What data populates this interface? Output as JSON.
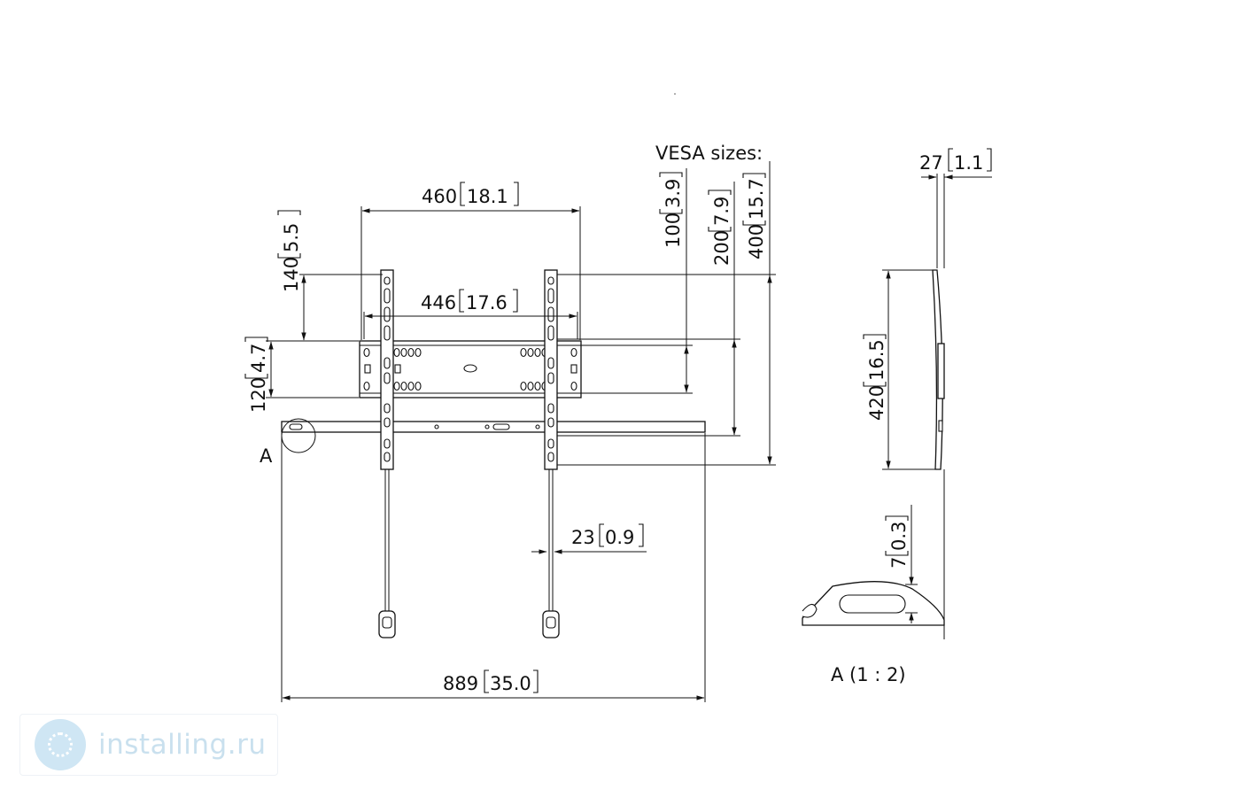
{
  "dimensions": {
    "width_460": {
      "value": "460",
      "inch": "18.1"
    },
    "width_446": {
      "value": "446",
      "inch": "17.6"
    },
    "height_140": {
      "value": "140",
      "inch": "5.5"
    },
    "height_120": {
      "value": "120",
      "inch": "4.7"
    },
    "vesa_100": {
      "value": "100",
      "inch": "3.9"
    },
    "vesa_200": {
      "value": "200",
      "inch": "7.9"
    },
    "vesa_400": {
      "value": "400",
      "inch": "15.7"
    },
    "depth_27": {
      "value": "27",
      "inch": "1.1"
    },
    "height_420": {
      "value": "420",
      "inch": "16.5"
    },
    "gap_23": {
      "value": "23",
      "inch": "0.9"
    },
    "gap_7": {
      "value": "7",
      "inch": "0.3"
    },
    "total_889": {
      "value": "889",
      "inch": "35.0"
    }
  },
  "labels": {
    "vesa_title": "VESA sizes:",
    "detail_marker": "A",
    "detail_caption": "A (1 : 2)"
  },
  "watermark": {
    "text": "installing.ru",
    "icon": "globe-dots-icon"
  }
}
